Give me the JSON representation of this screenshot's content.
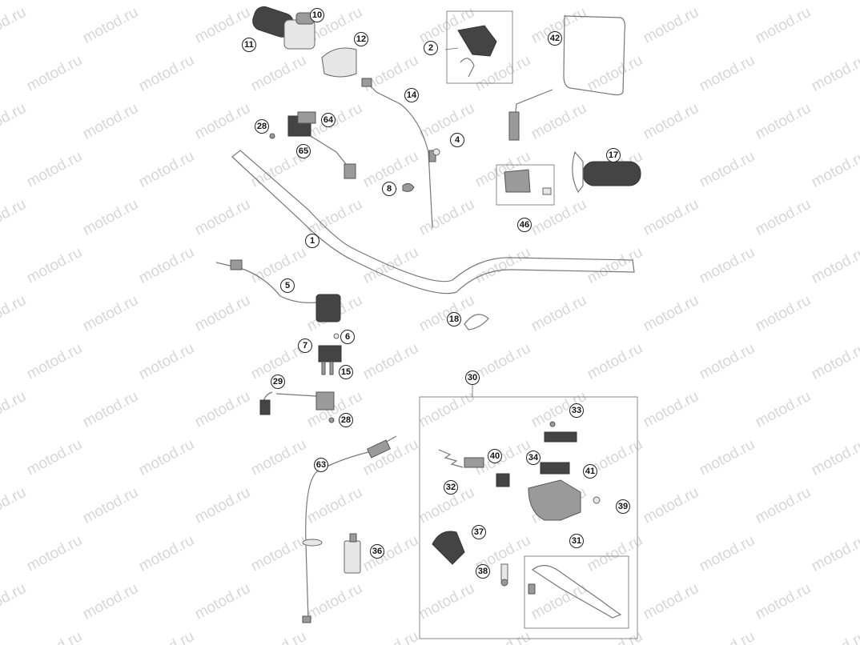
{
  "watermark": "motod.ru",
  "callouts": [
    "10",
    "11",
    "12",
    "2",
    "42",
    "14",
    "28",
    "64",
    "65",
    "4",
    "8",
    "17",
    "46",
    "1",
    "5",
    "18",
    "6",
    "7",
    "15",
    "29",
    "28",
    "30",
    "33",
    "63",
    "40",
    "34",
    "41",
    "32",
    "39",
    "37",
    "31",
    "36",
    "38"
  ],
  "icons": [
    "grip",
    "throttle-housing",
    "cable",
    "mirror",
    "clamp",
    "lever",
    "master-cylinder",
    "bottle",
    "bolt"
  ]
}
